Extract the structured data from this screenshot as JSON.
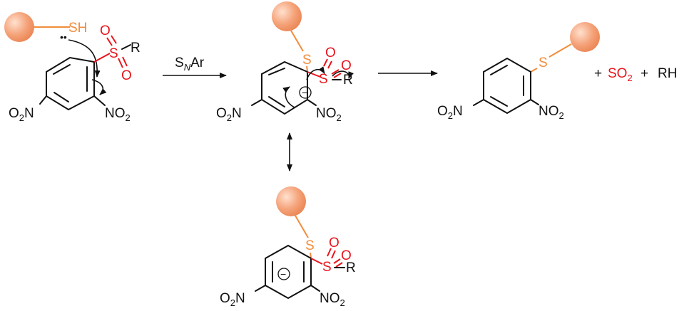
{
  "colors": {
    "bead_fill": "#F5A37A",
    "thiol_bond": "#F28C3A",
    "sulfonyl": "#E8141B",
    "text": "#111111"
  },
  "reagent": {
    "thiol": "SH",
    "lone_pair": "••",
    "sulfur": "S",
    "oxygen": "O",
    "r_group": "R"
  },
  "nitro": {
    "o2n_o": "O",
    "o2n_sub": "2",
    "o2n_n": "N",
    "no2_n": "NO",
    "no2_sub": "2"
  },
  "arrow_label": {
    "s": "S",
    "n_sub": "N",
    "ar": "Ar"
  },
  "products": {
    "plus1": "+",
    "so": "SO",
    "so_sub": "2",
    "plus2": "+",
    "rh": "RH"
  },
  "intermediate": {
    "thio": "S",
    "sulfur": "S",
    "oxygen": "O",
    "r_group": "R",
    "charge": "−"
  }
}
